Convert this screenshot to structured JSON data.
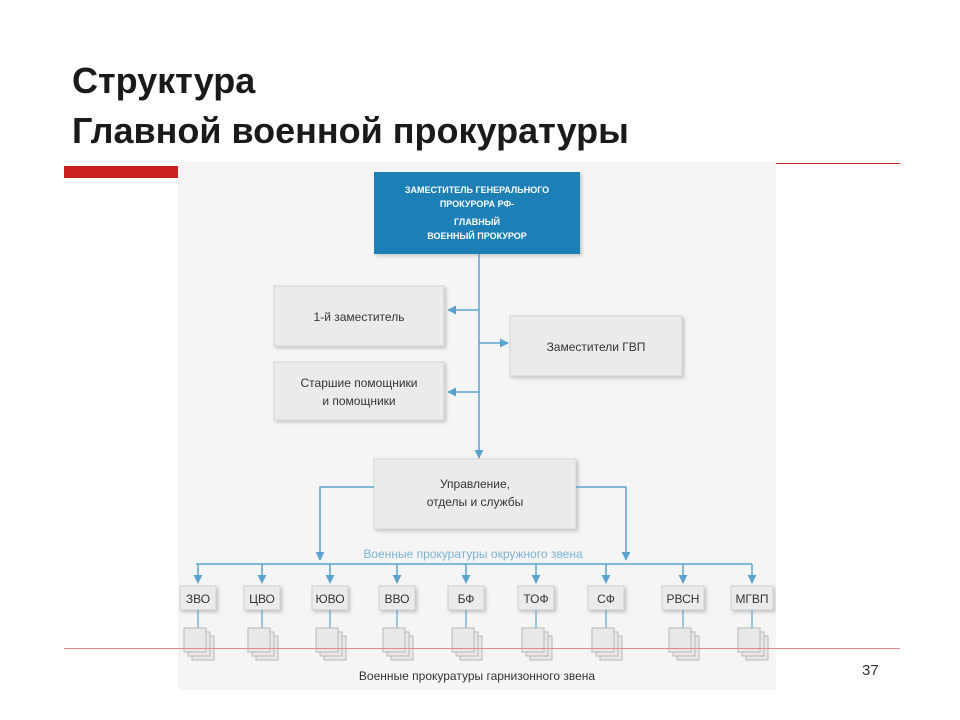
{
  "title": {
    "line1": "Структура",
    "line2": "Главной военной прокуратуры"
  },
  "slide_number": "37",
  "diagram": {
    "top_box": {
      "line1": "ЗАМЕСТИТЕЛЬ ГЕНЕРАЛЬНОГО",
      "line2": "ПРОКУРОРА РФ-",
      "line3": "ГЛАВНЫЙ",
      "line4": "ВОЕННЫЙ ПРОКУРОР"
    },
    "first_deputy": "1-й заместитель",
    "deputies_gvp": "Заместители ГВП",
    "assistants": {
      "line1": "Старшие помощники",
      "line2": "и помощники"
    },
    "management": {
      "line1": "Управление,",
      "line2": "отделы и службы"
    },
    "district_label": "Военные прокуратуры окружного звена",
    "districts": [
      "ЗВО",
      "ЦВО",
      "ЮВО",
      "ВВО",
      "БФ",
      "ТОФ",
      "СФ",
      "РВСН",
      "МГВП"
    ],
    "garrison_label": "Военные прокуратуры гарнизонного звена",
    "colors": {
      "top_box_fill": "#1f7fb6",
      "connector": "#5ba3cf",
      "box_fill": "#ebebeb",
      "label_text": "#7bb3d6"
    }
  }
}
